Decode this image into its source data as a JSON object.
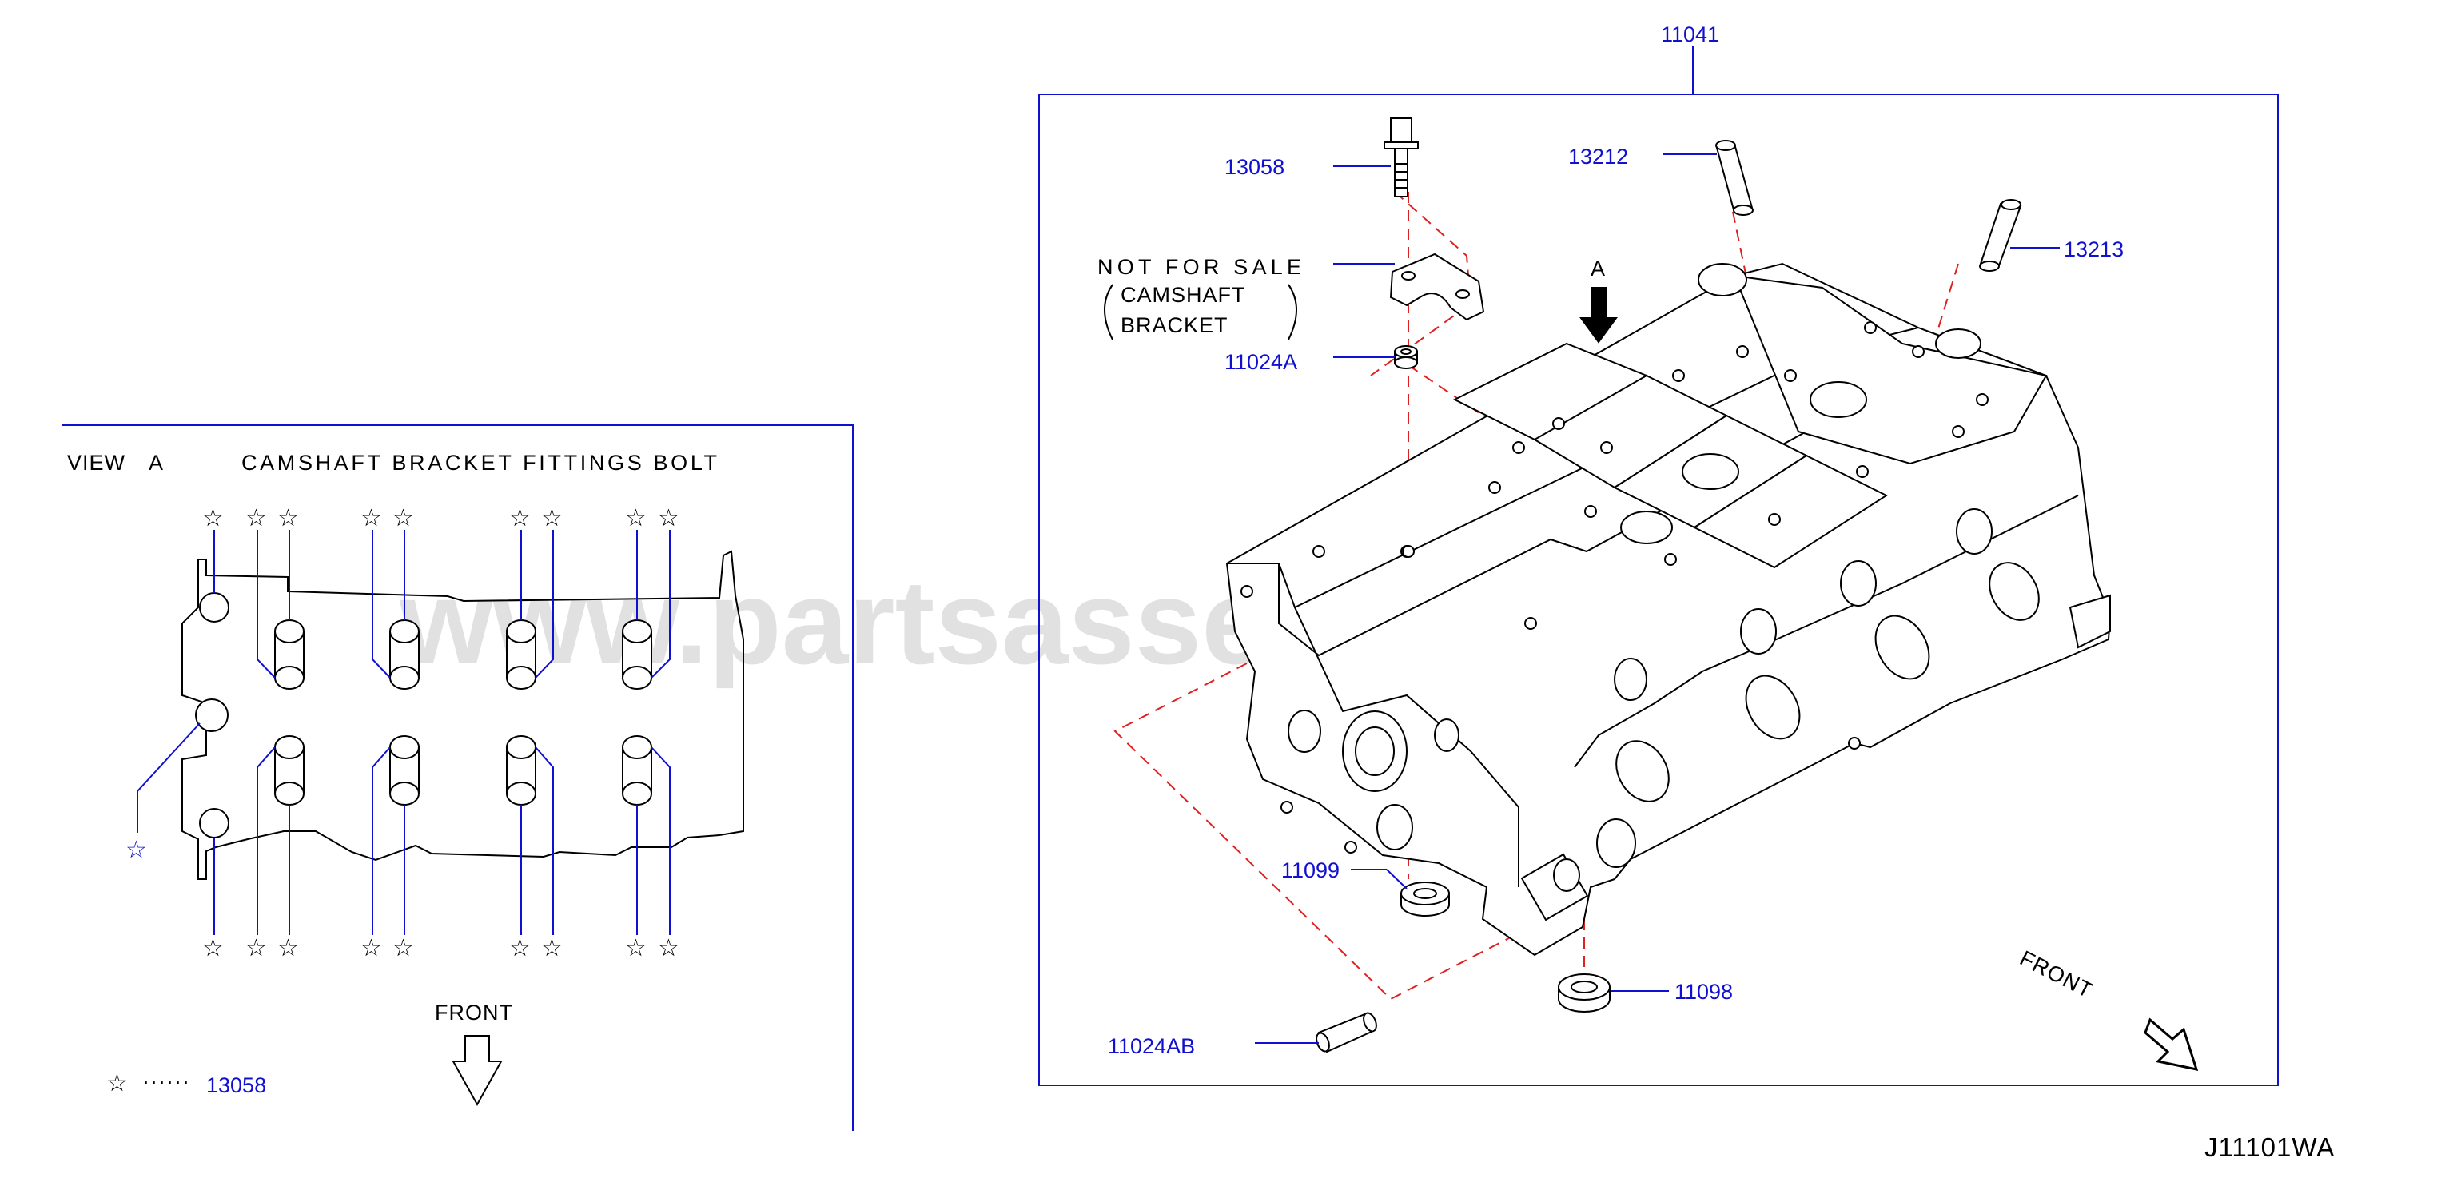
{
  "colors": {
    "part_number": "#1010d0",
    "leader_line": "#1010d0",
    "dashed_line": "#e02020",
    "outline": "#000000",
    "watermark": "#d8d8d8"
  },
  "watermark": "www.partsasset.com",
  "diagram_code": "J11101WA",
  "view_a": {
    "title_view": "VIEW",
    "title_view_letter": "A",
    "title_desc": "CAMSHAFT BRACKET FITTINGS BOLT",
    "front_label": "FRONT",
    "legend_symbol": "☆",
    "legend_dots": "······",
    "legend_part": "13058",
    "star_symbol": "☆"
  },
  "main": {
    "assembly_part": "11041",
    "view_arrow_letter": "A",
    "front_label": "FRONT",
    "note_line1": "NOT FOR SALE",
    "note_line2": "CAMSHAFT",
    "note_line3": "BRACKET",
    "parts": [
      {
        "number": "13058",
        "icon": "bolt-icon"
      },
      {
        "number": "13212",
        "icon": "guide-pin-icon"
      },
      {
        "number": "13213",
        "icon": "guide-pin-icon"
      },
      {
        "number": "11024A",
        "icon": "dowel-icon"
      },
      {
        "number": "11099",
        "icon": "seal-ring-icon"
      },
      {
        "number": "11098",
        "icon": "seal-ring-icon"
      },
      {
        "number": "11024AB",
        "icon": "dowel-pin-icon"
      }
    ]
  }
}
